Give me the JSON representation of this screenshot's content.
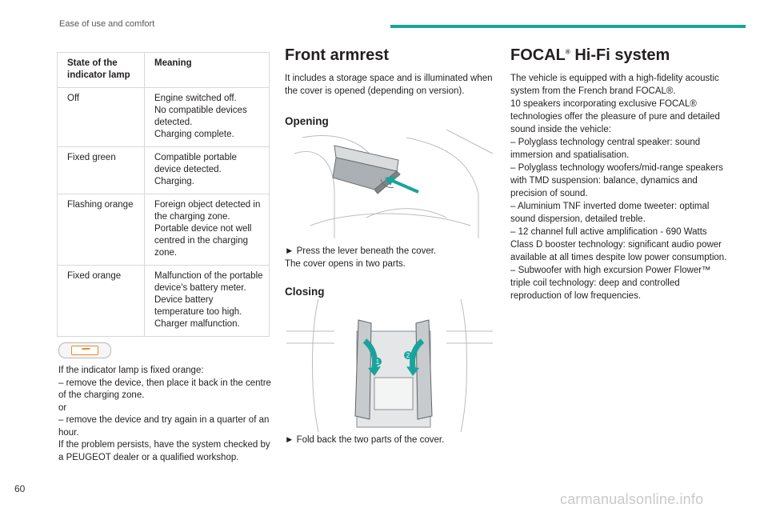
{
  "header": {
    "title": "Ease of use and comfort",
    "accent_color": "#1aa39c"
  },
  "table": {
    "headers": [
      "State of the indicator lamp",
      "Meaning"
    ],
    "rows": [
      {
        "state": "Off",
        "meaning": [
          "Engine switched off.",
          "No compatible devices detected.",
          "Charging complete."
        ]
      },
      {
        "state": "Fixed green",
        "meaning": [
          "Compatible portable device detected.",
          "Charging."
        ]
      },
      {
        "state": "Flashing orange",
        "meaning": [
          "Foreign object detected in the charging zone.",
          "Portable device not well centred in the charging zone."
        ]
      },
      {
        "state": "Fixed orange",
        "meaning": [
          "Malfunction of the portable device's battery meter.",
          "Device battery temperature too high.",
          "Charger malfunction."
        ]
      }
    ]
  },
  "note": {
    "icon": "charging-indicator-icon",
    "icon_color": "#e88b2e",
    "lines": [
      "If the indicator lamp is fixed orange:",
      "– remove the device, then place it back in the centre of the charging zone.",
      "or",
      "– remove the device and try again in a quarter of an hour.",
      "If the problem persists, have the system checked by a PEUGEOT dealer or a qualified workshop."
    ]
  },
  "armrest": {
    "title": "Front armrest",
    "intro": "It includes a storage space and is illuminated when the cover is opened (depending on version).",
    "opening": {
      "title": "Opening",
      "step": "► Press the lever beneath the cover.",
      "result": "The cover opens in two parts."
    },
    "closing": {
      "title": "Closing",
      "badge1": "1",
      "badge2": "2",
      "step": "► Fold back the two parts of the cover."
    }
  },
  "focal": {
    "title_main": "FOCAL",
    "title_sup": "®",
    "title_rest": " Hi-Fi system",
    "paragraphs": [
      "The vehicle is equipped with a high-fidelity acoustic system from the French brand FOCAL®.",
      "10 speakers incorporating exclusive FOCAL® technologies offer the pleasure of pure and detailed sound inside the vehicle:",
      "– Polyglass technology central speaker: sound immersion and spatialisation.",
      "– Polyglass technology woofers/mid-range speakers with TMD suspension: balance, dynamics and precision of sound.",
      "– Aluminium TNF inverted dome tweeter: optimal sound dispersion, detailed treble.",
      "– 12 channel full active amplification - 690 Watts Class D booster technology: significant audio power available at all times despite low power consumption.",
      "– Subwoofer with high excursion Power Flower™ triple coil technology: deep and controlled reproduction of low frequencies."
    ]
  },
  "footer": {
    "page_number": "60",
    "watermark": "carmanualsonline.info"
  }
}
